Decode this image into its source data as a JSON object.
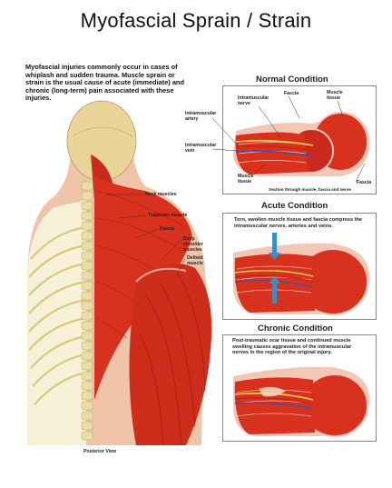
{
  "title": "Myofascial Sprain / Strain",
  "intro": "Myofascial injuries commonly occur in cases of whiplash and sudden trauma. Muscle sprain or strain is the usual cause of acute (immediate) and chronic (long-term) pain associated with these injuries.",
  "back_labels": {
    "neck": "Neck muscles",
    "trapezius": "Trapezius muscle",
    "fascia": "Fascia",
    "deep_shoulder": "Deep shoulder muscles",
    "deltoid": "Deltoid muscle",
    "view": "Posterior View"
  },
  "normal": {
    "heading": "Normal Condition",
    "labels": {
      "fascia": "Fascia",
      "muscle_tissue": "Muscle tissue",
      "intramuscular_nerve": "Intramuscular nerve",
      "intramuscular_artery": "Intramuscular artery",
      "intramuscular_vein": "Intramuscular vein",
      "muscle_tissue_bottom": "Muscle tissue",
      "fascia_bottom": "Fascia"
    },
    "caption": "Section through muscle, fascia and nerve"
  },
  "acute": {
    "heading": "Acute Condition",
    "note": "Torn, swollen muscle tissue and fascia compress the intramuscular nerves, arteries and veins."
  },
  "chronic": {
    "heading": "Chronic Condition",
    "note": "Post-traumatic scar tissue and continued muscle swelling causes aggravation of the intramuscular nerves in the region of the original injury."
  },
  "colors": {
    "muscle": "#d8321f",
    "muscle_dark": "#a81e12",
    "fascia": "#f2c7b5",
    "bone": "#e8dfa8",
    "skin": "#f0c4a8",
    "arrow": "#3a8fc4",
    "nerve": "#f1d34a",
    "artery": "#c8201a",
    "vein": "#3d4fa8"
  }
}
